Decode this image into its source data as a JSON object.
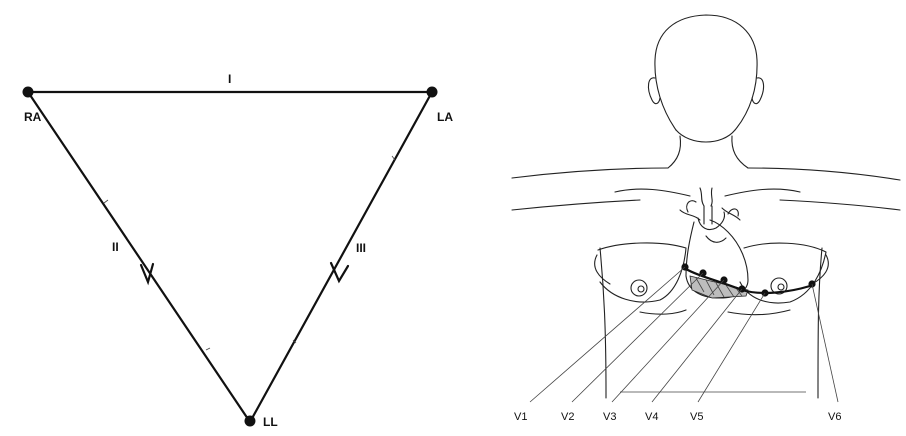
{
  "einthoven_triangle": {
    "vertices": {
      "ra": "RA",
      "la": "LA",
      "ll": "LL"
    },
    "leads": {
      "lead_i": "I",
      "lead_ii": "II",
      "lead_iii": "III"
    }
  },
  "precordial_leads": {
    "labels": [
      "V1",
      "V2",
      "V3",
      "V4",
      "V5",
      "V6"
    ]
  }
}
